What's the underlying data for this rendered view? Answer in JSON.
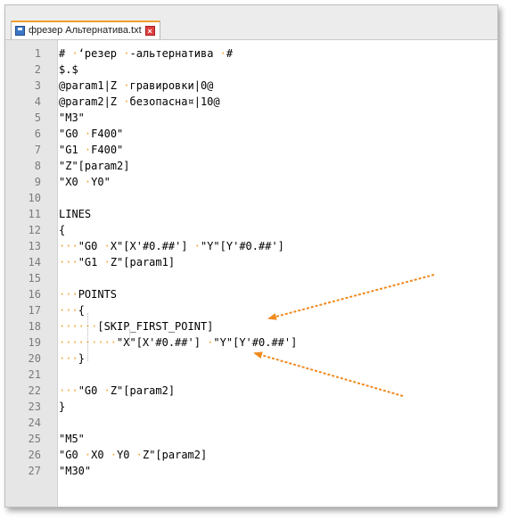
{
  "tab": {
    "filename": "фрезер Альтернатива.txt"
  },
  "lines": [
    {
      "n": "1",
      "text": "# ·‘резер ·-альтернатива ·#"
    },
    {
      "n": "2",
      "text": "$.$"
    },
    {
      "n": "3",
      "text": "@param1|Z ·гравировки|0@"
    },
    {
      "n": "4",
      "text": "@param2|Z ·безопасна¤|10@"
    },
    {
      "n": "5",
      "text": "\"M3\""
    },
    {
      "n": "6",
      "text": "\"G0 ·F400\""
    },
    {
      "n": "7",
      "text": "\"G1 ·F400\""
    },
    {
      "n": "8",
      "text": "\"Z\"[param2]"
    },
    {
      "n": "9",
      "text": "\"X0 ·Y0\""
    },
    {
      "n": "10",
      "text": ""
    },
    {
      "n": "11",
      "text": "LINES"
    },
    {
      "n": "12",
      "text": "{"
    },
    {
      "n": "13",
      "text": "···\"G0 ·X\"[X'#0.##'] ·\"Y\"[Y'#0.##']"
    },
    {
      "n": "14",
      "text": "···\"G1 ·Z\"[param1]"
    },
    {
      "n": "15",
      "text": ""
    },
    {
      "n": "16",
      "text": "···POINTS"
    },
    {
      "n": "17",
      "text": "···{"
    },
    {
      "n": "18",
      "text": "······[SKIP_FIRST_POINT]"
    },
    {
      "n": "19",
      "text": "·········\"X\"[X'#0.##'] ·\"Y\"[Y'#0.##']"
    },
    {
      "n": "20",
      "text": "···}"
    },
    {
      "n": "21",
      "text": ""
    },
    {
      "n": "22",
      "text": "···\"G0 ·Z\"[param2]"
    },
    {
      "n": "23",
      "text": "}"
    },
    {
      "n": "24",
      "text": ""
    },
    {
      "n": "25",
      "text": "\"M5\""
    },
    {
      "n": "26",
      "text": "\"G0 ·X0 ·Y0 ·Z\"[param2]"
    },
    {
      "n": "27",
      "text": "\"M30\""
    }
  ],
  "colors": {
    "whitespace": "#f0a030",
    "arrow": "#f08a20",
    "gutter": "#e6e6e6"
  }
}
